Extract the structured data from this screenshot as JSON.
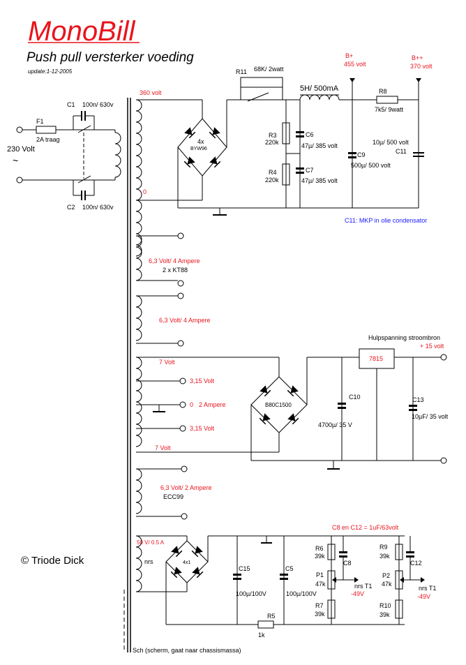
{
  "title": "MonoBill",
  "subtitle": "Push pull versterker voeding",
  "update": "update:1-12-2005",
  "copyright": "© Triode Dick",
  "mains": {
    "voltage": "230 Volt",
    "tilde": "~"
  },
  "fuse": {
    "name": "F1",
    "value": "2A traag"
  },
  "c1": {
    "name": "C1",
    "value": "100n/ 630v"
  },
  "c2": {
    "name": "C2",
    "value": "100n/ 630v"
  },
  "hv": {
    "secondary": "360 volt",
    "zero": "0",
    "bridge_count": "4x",
    "bridge_type": "BYW96",
    "r11": {
      "name": "R11",
      "value": "68K/ 2watt"
    },
    "choke": "5H/ 500mA",
    "r3": {
      "name": "R3",
      "value": "220k"
    },
    "r4": {
      "name": "R4",
      "value": "220k"
    },
    "c6": {
      "name": "C6",
      "value": "47µ/ 385 volt"
    },
    "c7": {
      "name": "C7",
      "value": "47µ/ 385 volt"
    },
    "c9": {
      "name": "C9",
      "value": "500µ/ 500 volt"
    },
    "bplus": {
      "name": "B+",
      "value": "455 volt"
    },
    "r8": {
      "name": "R8",
      "value": "7k5/ 9watt"
    },
    "bplusplus": {
      "name": "B++",
      "value": "370 volt"
    },
    "c11": {
      "name": "C11",
      "value": "10µ/ 500 volt"
    },
    "note": "C11:  MKP in olie condensator"
  },
  "heater1": {
    "rating": "6,3 Volt/ 4 Ampere",
    "load": "2 x KT88"
  },
  "heater2": {
    "rating": "6,3 Volt/ 4 Ampere"
  },
  "aux": {
    "top": "7 Volt",
    "tap1": "3,15 Volt",
    "center": "0",
    "current": "2 Ampere",
    "tap2": "3,15 Volt",
    "bottom": "7 Volt",
    "bridge": "B80C1500",
    "c10": {
      "name": "C10",
      "value": "4700µ/ 35 V"
    },
    "regulator": "7815",
    "supply_title": "Hulpspanning stroombron",
    "output": "+ 15 volt",
    "c13": {
      "name": "C13",
      "value": "10µF/ 35 volt"
    }
  },
  "heater3": {
    "rating": "6,3 Volt/ 2 Ampere",
    "load": "ECC99"
  },
  "bias": {
    "winding": "50 V/ 0.5 A",
    "nrs": "nrs",
    "bridge": "4x1",
    "c15": {
      "name": "C15",
      "value": "100µ/100V"
    },
    "c5": {
      "name": "C5",
      "value": "100µ/100V"
    },
    "r5": {
      "name": "R5",
      "value": "1k"
    },
    "note": "C8 en C12 = 1uF/63volt",
    "r6": {
      "name": "R6",
      "value": "39k"
    },
    "p1": {
      "name": "P1",
      "value": "47k"
    },
    "r7": {
      "name": "R7",
      "value": "39k"
    },
    "c8": "C8",
    "out1": {
      "label": "nrs T1",
      "value": "-49V"
    },
    "r9": {
      "name": "R9",
      "value": "39k"
    },
    "p2": {
      "name": "P2",
      "value": "47k"
    },
    "r10": {
      "name": "R10",
      "value": "39k"
    },
    "c12": "C12",
    "out2": {
      "label": "nrs T1",
      "value": "-49V"
    }
  },
  "screen": "Sch (scherm, gaat naar chassismassa)"
}
